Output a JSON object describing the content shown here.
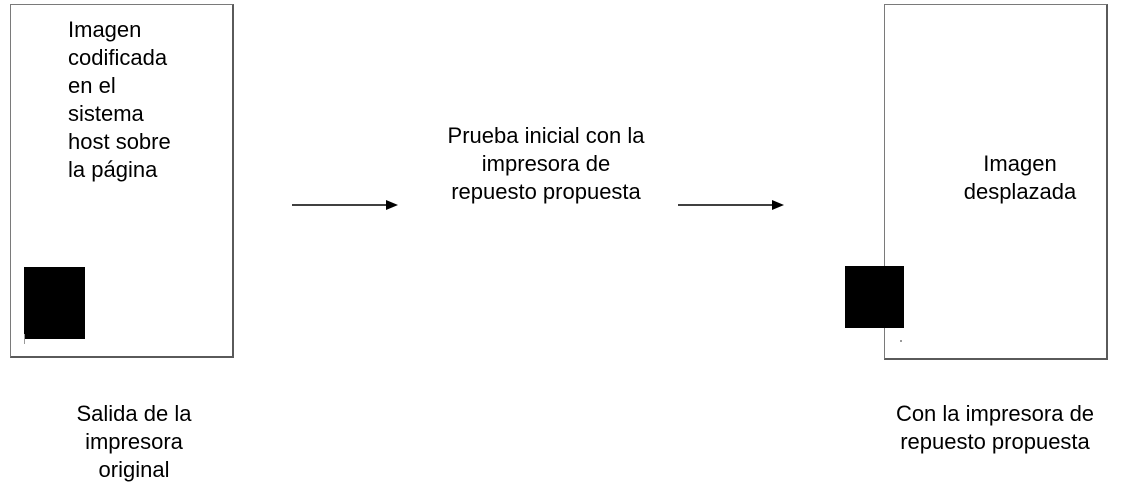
{
  "left_page": {
    "lines": [
      "Imagen",
      "codificada",
      "en el",
      "sistema",
      "host sobre",
      "la página"
    ]
  },
  "middle": {
    "lines": [
      "Prueba inicial con la",
      "impresora de",
      "repuesto propuesta"
    ]
  },
  "right_page": {
    "lines": [
      "Imagen",
      "desplazada"
    ]
  },
  "captions": {
    "left": [
      "Salida de la",
      "impresora",
      "original"
    ],
    "right": [
      "Con la impresora de",
      "repuesto propuesta"
    ]
  },
  "colors": {
    "block": "#000000",
    "border": "#5a5a5a",
    "arrow": "#000000"
  }
}
